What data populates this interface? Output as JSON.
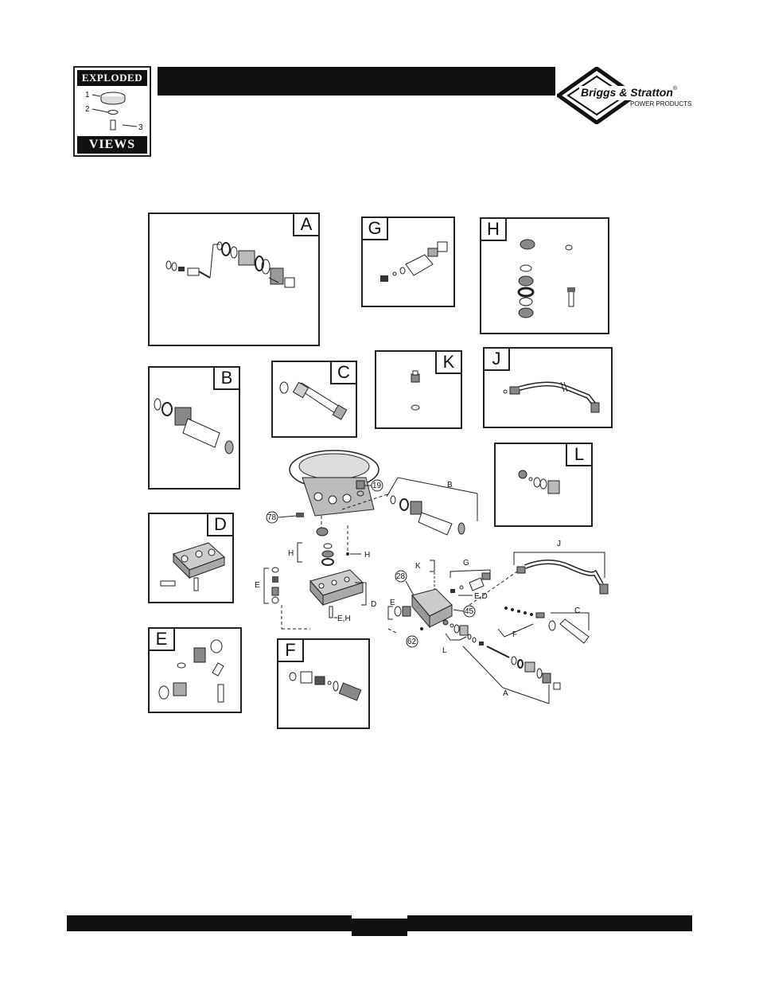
{
  "badge": {
    "top_word": "Exploded",
    "bottom_word": "Views",
    "callouts": [
      "1",
      "2",
      "3"
    ]
  },
  "brand": {
    "name": "Briggs & Stratton",
    "registered": "®",
    "subline": "POWER PRODUCTS"
  },
  "panels": [
    "A",
    "G",
    "H",
    "B",
    "C",
    "K",
    "J",
    "L",
    "D",
    "E",
    "F"
  ],
  "main_callouts": {
    "labels": [
      "B",
      "J",
      "K",
      "G",
      "C",
      "F",
      "A",
      "L",
      "E",
      "H",
      "D"
    ],
    "combo_labels": [
      "E,D",
      "E,H"
    ],
    "circled_numbers": [
      "19",
      "78",
      "28",
      "45",
      "62"
    ]
  }
}
